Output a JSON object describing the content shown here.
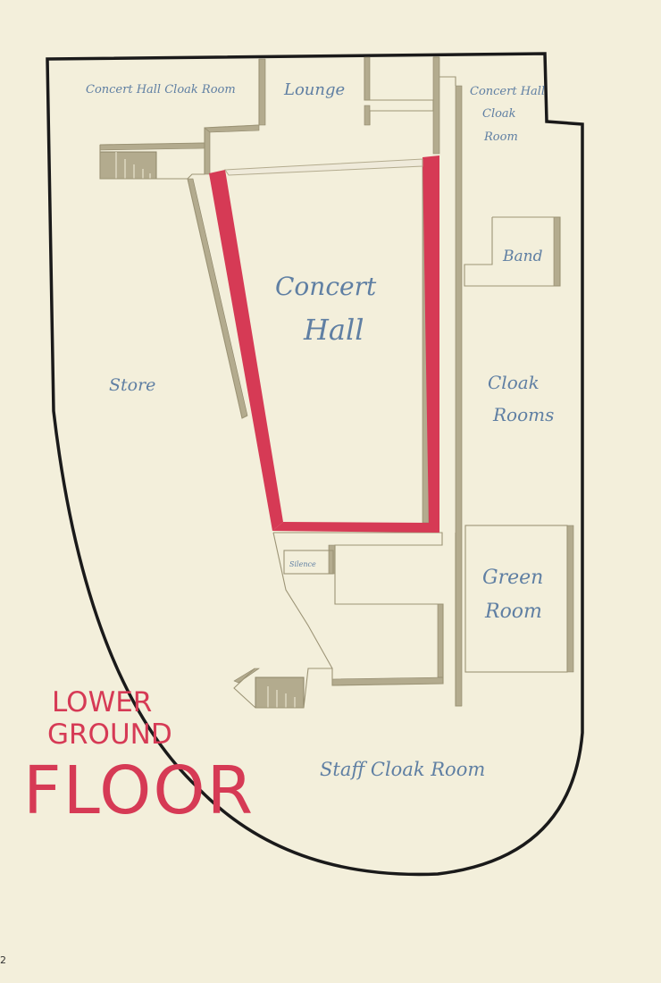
{
  "rooms": {
    "cloak_left": "Concert Hall Cloak Room",
    "lounge": "Lounge",
    "cloak_right_1": "Concert Hall",
    "cloak_right_2": "Cloak",
    "cloak_right_3": "Room",
    "band": "Band",
    "concert_1": "Concert",
    "concert_2": "Hall",
    "store": "Store",
    "cloak_rooms_1": "Cloak",
    "cloak_rooms_2": "Rooms",
    "silence": "Silence",
    "green_1": "Green",
    "green_2": "Room",
    "staff": "Staff Cloak Room"
  },
  "title": {
    "line1": "LOWER",
    "line2": "GROUND",
    "line3": "FLOOR"
  },
  "page_number": "2",
  "colors": {
    "background": "#f3efdb",
    "outline": "#1a1a1a",
    "wall": "#b3ab8e",
    "wall_face": "#efeada",
    "highlight": "#d63a55",
    "label": "#5f7fa3"
  }
}
